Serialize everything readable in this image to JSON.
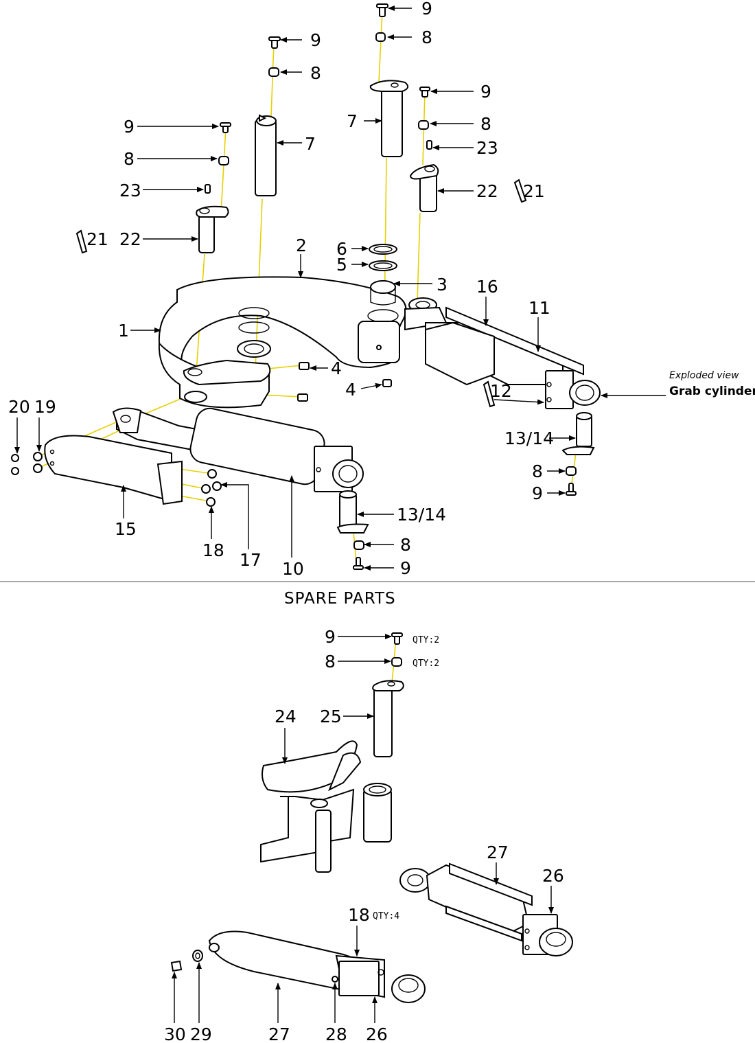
{
  "section_title": "SPARE PARTS",
  "exploded_note": {
    "line1": "Exploded view",
    "line2": "Grab cylinder"
  },
  "labels": {
    "n1": "1",
    "n2": "2",
    "n3": "3",
    "n4a": "4",
    "n4b": "4",
    "n5": "5",
    "n6": "6",
    "n7a": "7",
    "n7b": "7",
    "n8a": "8",
    "n8b": "8",
    "n8c": "8",
    "n8d": "8",
    "n8e": "8",
    "n8f": "8",
    "n9a": "9",
    "n9b": "9",
    "n9c": "9",
    "n9d": "9",
    "n9e": "9",
    "n9f": "9",
    "n10": "10",
    "n11": "11",
    "n12": "12",
    "n13a": "13/14",
    "n13b": "13/14",
    "n15": "15",
    "n16": "16",
    "n17": "17",
    "n18": "18",
    "n19": "19",
    "n20": "20",
    "n21a": "21",
    "n21b": "21",
    "n22a": "22",
    "n22b": "22",
    "n23a": "23",
    "n23b": "23",
    "s9": "9",
    "s8": "8",
    "s24": "24",
    "s25": "25",
    "s27a": "27",
    "s26a": "26",
    "s18": "18",
    "s30": "30",
    "s29": "29",
    "s27b": "27",
    "s28": "28",
    "s26b": "26"
  },
  "quantities": {
    "q9": "QTY:2",
    "q8": "QTY:2",
    "q18": "QTY:4"
  },
  "colors": {
    "ink": "#000000",
    "guide": "#e6d000",
    "paper": "#ffffff"
  }
}
